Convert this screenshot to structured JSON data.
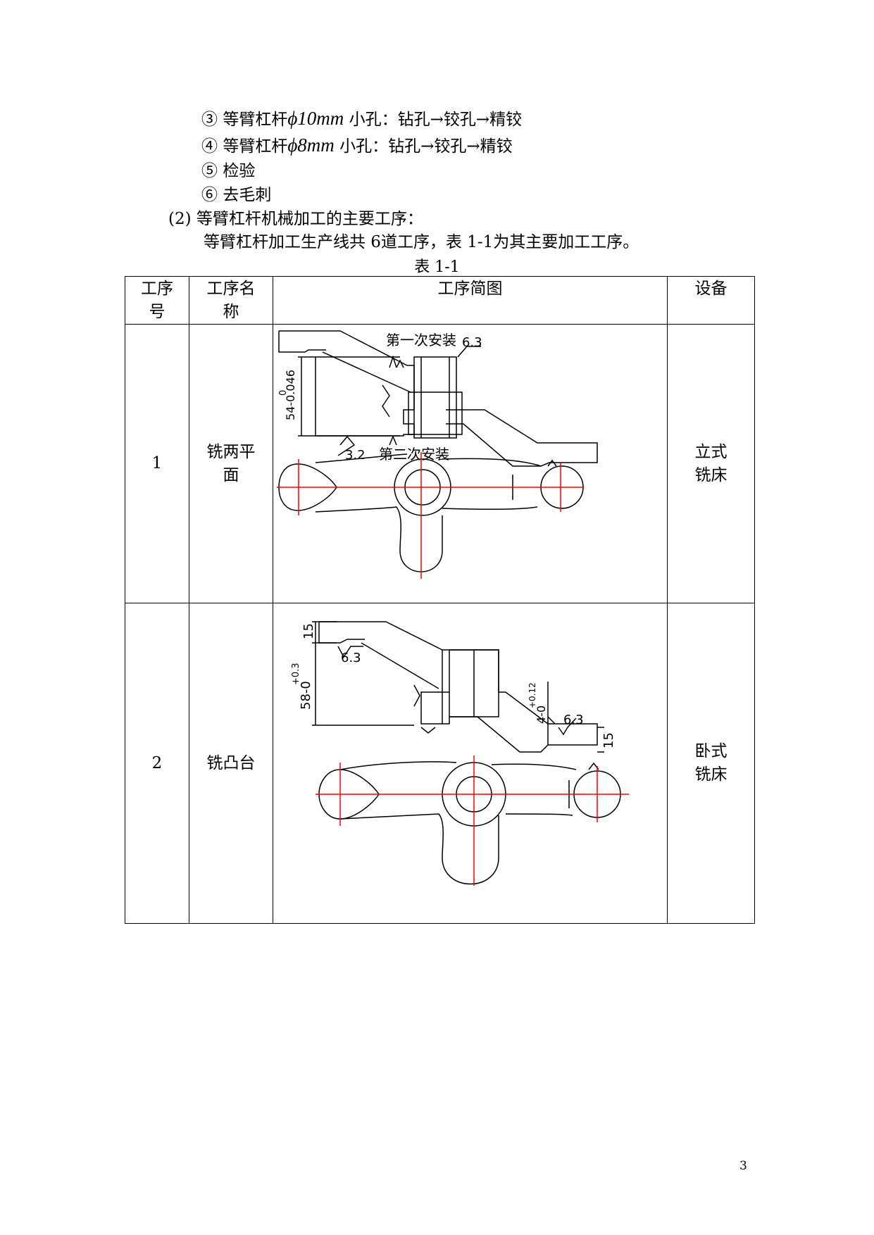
{
  "steps": [
    {
      "marker": "③",
      "prefix": "等臂杠杆",
      "formula": "ϕ10mm",
      "suffix": " 小孔：钻孔→铰孔→精铰"
    },
    {
      "marker": "④",
      "prefix": "等臂杠杆",
      "formula": "ϕ8mm",
      "suffix": " 小孔：钻孔→铰孔→精铰"
    },
    {
      "marker": "⑤",
      "text": "检验"
    },
    {
      "marker": "⑥",
      "text": "去毛刺"
    }
  ],
  "section": {
    "heading": "(2)  等臂杠杆机械加工的主要工序：",
    "intro": "等臂杠杆加工生产线共 6道工序，表 1-1为其主要加工工序。"
  },
  "table": {
    "caption": "表 1-1",
    "headers": {
      "no_line1": "工序",
      "no_line2": "号",
      "name_line1": "工序名",
      "name_line2": "称",
      "sketch": "工序简图",
      "equipment": "设备"
    },
    "rows": [
      {
        "no": "1",
        "name_line1": "铣两平",
        "name_line2": "面",
        "equipment_line1": "立式",
        "equipment_line2": "铣床",
        "drawing": {
          "label_first": "第一次安装",
          "label_second": "第二次安装",
          "roughness_top": "6.3",
          "roughness_bottom": "3.2",
          "dim_text": "54-0.046",
          "dim_sup": "0"
        }
      },
      {
        "no": "2",
        "name_line1": "铣凸台",
        "name_line2": "",
        "equipment_line1": "卧式",
        "equipment_line2": "铣床",
        "drawing": {
          "dim_top": "15",
          "roughness_left": "6.3",
          "dim_main": "58-0",
          "dim_main_sup": "+0.3",
          "dim_small": "4-0",
          "dim_small_sup": "+0.12",
          "roughness_right": "6.3",
          "dim_right": "15"
        }
      }
    ]
  },
  "page_number": "3",
  "colors": {
    "centerline": "#ff0000",
    "ink": "#000000"
  }
}
